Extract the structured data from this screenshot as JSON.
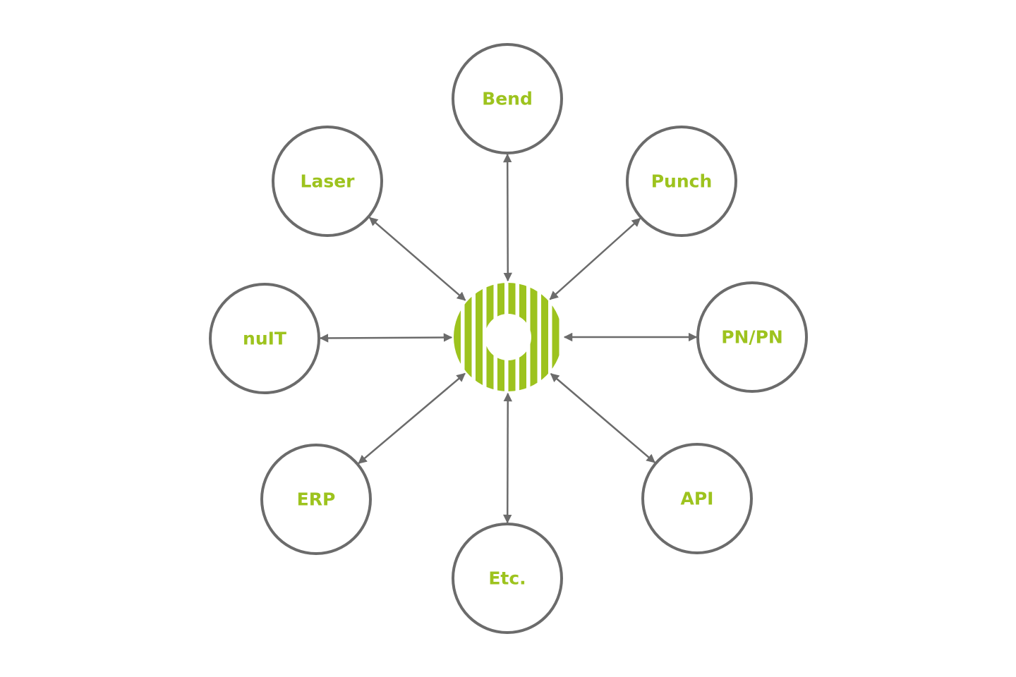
{
  "colors": {
    "accent": "#9dc31e",
    "line": "#6b6b6b",
    "background": "#ffffff"
  },
  "hub": {
    "icon": "striped-ring-hub-icon"
  },
  "nodes": [
    {
      "id": "bend",
      "label": "Bend"
    },
    {
      "id": "punch",
      "label": "Punch"
    },
    {
      "id": "pn-pn",
      "label": "PN/PN"
    },
    {
      "id": "api",
      "label": "API"
    },
    {
      "id": "etc",
      "label": "Etc."
    },
    {
      "id": "erp",
      "label": "ERP"
    },
    {
      "id": "nult",
      "label": "nuIT"
    },
    {
      "id": "laser",
      "label": "Laser"
    }
  ]
}
